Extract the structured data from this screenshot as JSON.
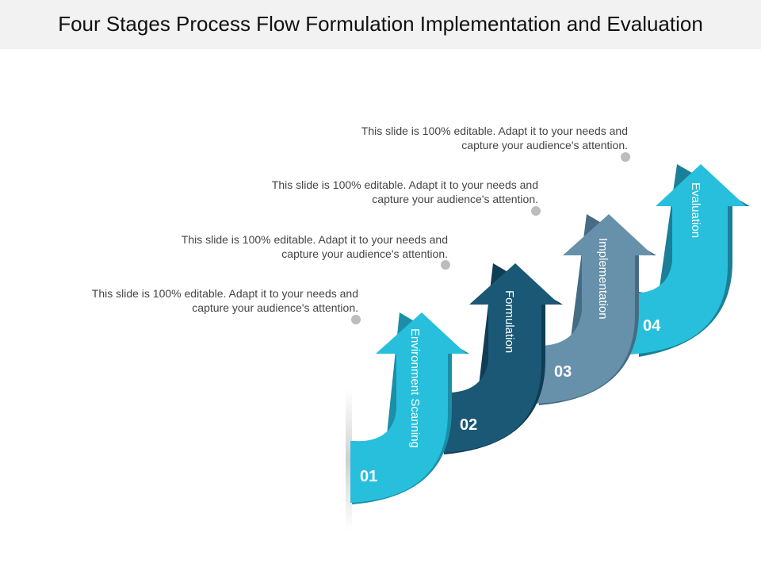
{
  "title": "Four Stages Process Flow Formulation Implementation and Evaluation",
  "colors": {
    "stage1": "#27bfdc",
    "stage2": "#1a5875",
    "stage3": "#6791ab",
    "stage4": "#27bfdc",
    "note_text": "#444444",
    "marker": "#bdbdbd"
  },
  "stages": [
    {
      "number": "01",
      "label": "Environment Scanning"
    },
    {
      "number": "02",
      "label": "Formulation"
    },
    {
      "number": "03",
      "label": "Implementation"
    },
    {
      "number": "04",
      "label": "Evaluation"
    }
  ],
  "notes": [
    {
      "line1": "This slide is 100% editable. Adapt it to your needs and",
      "line2": "capture your audience's attention."
    },
    {
      "line1": "This slide is 100% editable. Adapt it to your needs and",
      "line2": "capture your audience's attention."
    },
    {
      "line1": "This slide is 100% editable. Adapt it to your needs and",
      "line2": "capture your audience's attention."
    },
    {
      "line1": "This slide is 100% editable. Adapt it to your needs and",
      "line2": "capture your audience's attention."
    }
  ]
}
